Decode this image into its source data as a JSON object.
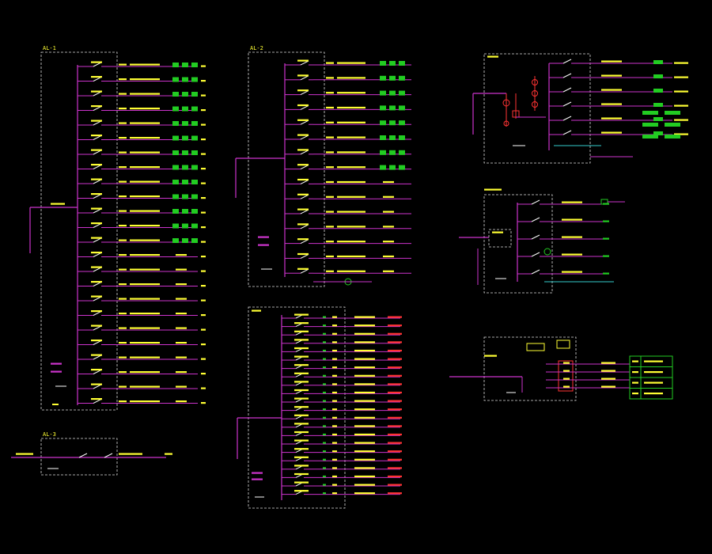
{
  "colors": {
    "background": "#000000",
    "bus": "#cc33cc",
    "breaker": "#ffffff",
    "label": "#ffff33",
    "device": "#22cc22",
    "relay": "#ff3333",
    "frame": "#dddddd",
    "arrow": "#33cccc"
  },
  "panels": {
    "p1": {
      "title": "AL-1",
      "subtitle": "",
      "rows": 24
    },
    "p2": {
      "title": "AL-2",
      "subtitle": "",
      "rows": 15
    },
    "p3": {
      "title": "",
      "subtitle": "",
      "rows": 22
    },
    "p4": {
      "title": "",
      "subtitle": "",
      "rows": 6
    },
    "p5": {
      "title": "",
      "subtitle": "",
      "rows": 5
    },
    "p6": {
      "title": "",
      "subtitle": "",
      "rows": 4
    },
    "p7": {
      "title": "AL-3",
      "subtitle": "",
      "rows": 1
    }
  },
  "legend_table": {
    "rows": [
      [
        "",
        ""
      ],
      [
        "",
        ""
      ],
      [
        "",
        ""
      ],
      [
        "",
        ""
      ]
    ]
  }
}
